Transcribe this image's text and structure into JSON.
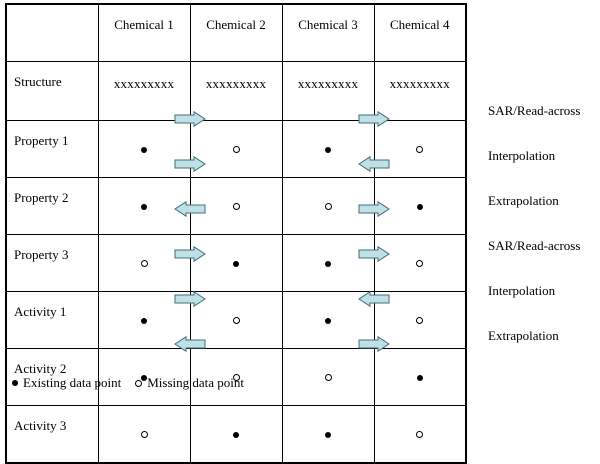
{
  "header": {
    "chemicals": [
      "Chemical 1",
      "Chemical 2",
      "Chemical 3",
      "Chemical 4"
    ]
  },
  "structure": {
    "label": "Structure",
    "values": [
      "xxxxxxxxx",
      "xxxxxxxxx",
      "xxxxxxxxx",
      "xxxxxxxxx"
    ]
  },
  "rows": [
    {
      "label": "Property 1",
      "cells": [
        "filled",
        "empty",
        "filled",
        "empty"
      ],
      "arrows": [
        "right",
        "right"
      ],
      "method": "SAR/Read-across"
    },
    {
      "label": "Property 2",
      "cells": [
        "filled",
        "empty",
        "empty",
        "filled"
      ],
      "arrows": [
        "right",
        "left"
      ],
      "method": "Interpolation"
    },
    {
      "label": "Property 3",
      "cells": [
        "empty",
        "filled",
        "filled",
        "empty"
      ],
      "arrows": [
        "left",
        "right"
      ],
      "method": "Extrapolation"
    },
    {
      "label": "Activity 1",
      "cells": [
        "filled",
        "empty",
        "filled",
        "empty"
      ],
      "arrows": [
        "right",
        "right"
      ],
      "method": "SAR/Read-across"
    },
    {
      "label": "Activity 2",
      "cells": [
        "filled",
        "empty",
        "empty",
        "filled"
      ],
      "arrows": [
        "right",
        "left"
      ],
      "method": "Interpolation"
    },
    {
      "label": "Activity 3",
      "cells": [
        "empty",
        "filled",
        "filled",
        "empty"
      ],
      "arrows": [
        "left",
        "right"
      ],
      "method": "Extrapolation"
    }
  ],
  "legend": {
    "existing": "Existing data point",
    "missing": "Missing data point"
  },
  "colors": {
    "arrow_fill": "#bfe0e6",
    "arrow_stroke": "#3f6f78"
  }
}
